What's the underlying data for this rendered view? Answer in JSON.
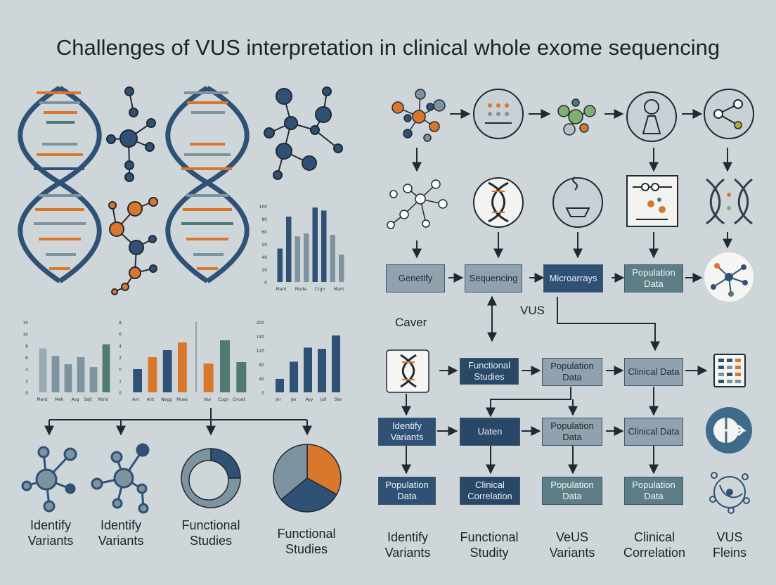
{
  "title": "Challenges of VUS interpretation in clinical whole exome sequencing",
  "flow": {
    "row1": [
      "Genetify",
      "Sequencing",
      "Microarrays",
      "Population Data"
    ],
    "vus_label": "VUS",
    "caver_label": "Caver",
    "row2": [
      "Functional Studies",
      "Population Data",
      "Clinical Data"
    ],
    "row3": [
      "Identify Variants",
      "Uaten",
      "Population Data",
      "Clinical Data"
    ],
    "row4": [
      "Population Data",
      "Clinical Correlation",
      "Population Data",
      "Population Data"
    ]
  },
  "bottom_right_labels": [
    "Identify Variants",
    "Functional Studity",
    "VeUS Variants",
    "Clinical Correlation",
    "VUS Fleins"
  ],
  "bottom_left_labels": [
    "Identify Variants",
    "Identify Variants",
    "Functional Studies",
    "Functional Studies"
  ],
  "colors": {
    "navy": "#2f5176",
    "orange": "#d9782d",
    "slate": "#7d93a0",
    "teal": "#4f7a72",
    "bg": "#cfd6da"
  },
  "chart_data": [
    {
      "type": "bar",
      "yticks": [
        "100",
        "80",
        "60",
        "50",
        "40",
        "20",
        "0"
      ],
      "categories": [
        "Mant",
        "Mude",
        "Crgn",
        "Mant"
      ],
      "values": [
        44,
        86,
        60,
        64,
        98,
        94,
        62,
        36
      ],
      "ylim": [
        0,
        100
      ]
    },
    {
      "type": "bar",
      "yticks": [
        "10",
        "10",
        "8",
        "6",
        "4",
        "2",
        "0"
      ],
      "categories": [
        "Mant",
        "Mek",
        "Avg",
        "Sejt",
        "Ntrin"
      ],
      "values": [
        7.5,
        6.2,
        4.8,
        6,
        4.3,
        8.2
      ],
      "ylim": [
        0,
        12
      ]
    },
    {
      "type": "bar",
      "yticks": [
        "8",
        "6",
        "4",
        "2",
        "0",
        "1",
        "0"
      ],
      "categories": [
        "Am",
        "Ant",
        "Negg",
        "Mues"
      ],
      "values": [
        3.3,
        5,
        6,
        7.1
      ],
      "ylim": [
        0,
        10
      ]
    },
    {
      "type": "bar",
      "categories": [
        "Vay",
        "Cugn",
        "Cnuet"
      ],
      "values": [
        4.1,
        7.4,
        4.3
      ],
      "ylim": [
        0,
        10
      ]
    },
    {
      "type": "bar",
      "yticks": [
        "200",
        "140",
        "120",
        "80",
        "40",
        "0"
      ],
      "categories": [
        "Jer",
        "Jer",
        "Ayy",
        "Jull",
        "Ske"
      ],
      "values": [
        42,
        96,
        140,
        136,
        178
      ],
      "ylim": [
        0,
        220
      ]
    },
    {
      "type": "pie",
      "values": [
        25,
        75
      ]
    },
    {
      "type": "pie",
      "values": [
        33,
        31,
        36
      ]
    }
  ]
}
